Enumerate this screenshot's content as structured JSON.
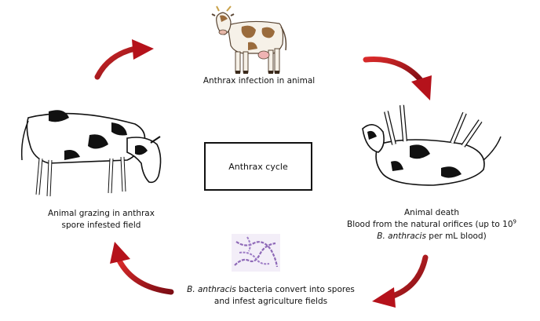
{
  "center": {
    "label": "Anthrax cycle"
  },
  "stages": {
    "infection": {
      "label": "Anthrax infection in animal"
    },
    "death": {
      "title": "Animal death",
      "line2_prefix": "Blood from the natural orifices (up to 10",
      "line2_exp": "9",
      "line3_italic": "B. anthracis",
      "line3_rest": " per mL blood)"
    },
    "spores": {
      "italic": "B. anthracis",
      "line1_rest": " bacteria convert into spores",
      "line2": "and infest agriculture fields"
    },
    "grazing": {
      "line1": "Animal grazing in anthrax",
      "line2": "spore infested field"
    }
  },
  "colors": {
    "arrow": "#b5121b",
    "arrow_dark": "#7c0d14",
    "bacteria": "#8f6ab8"
  }
}
